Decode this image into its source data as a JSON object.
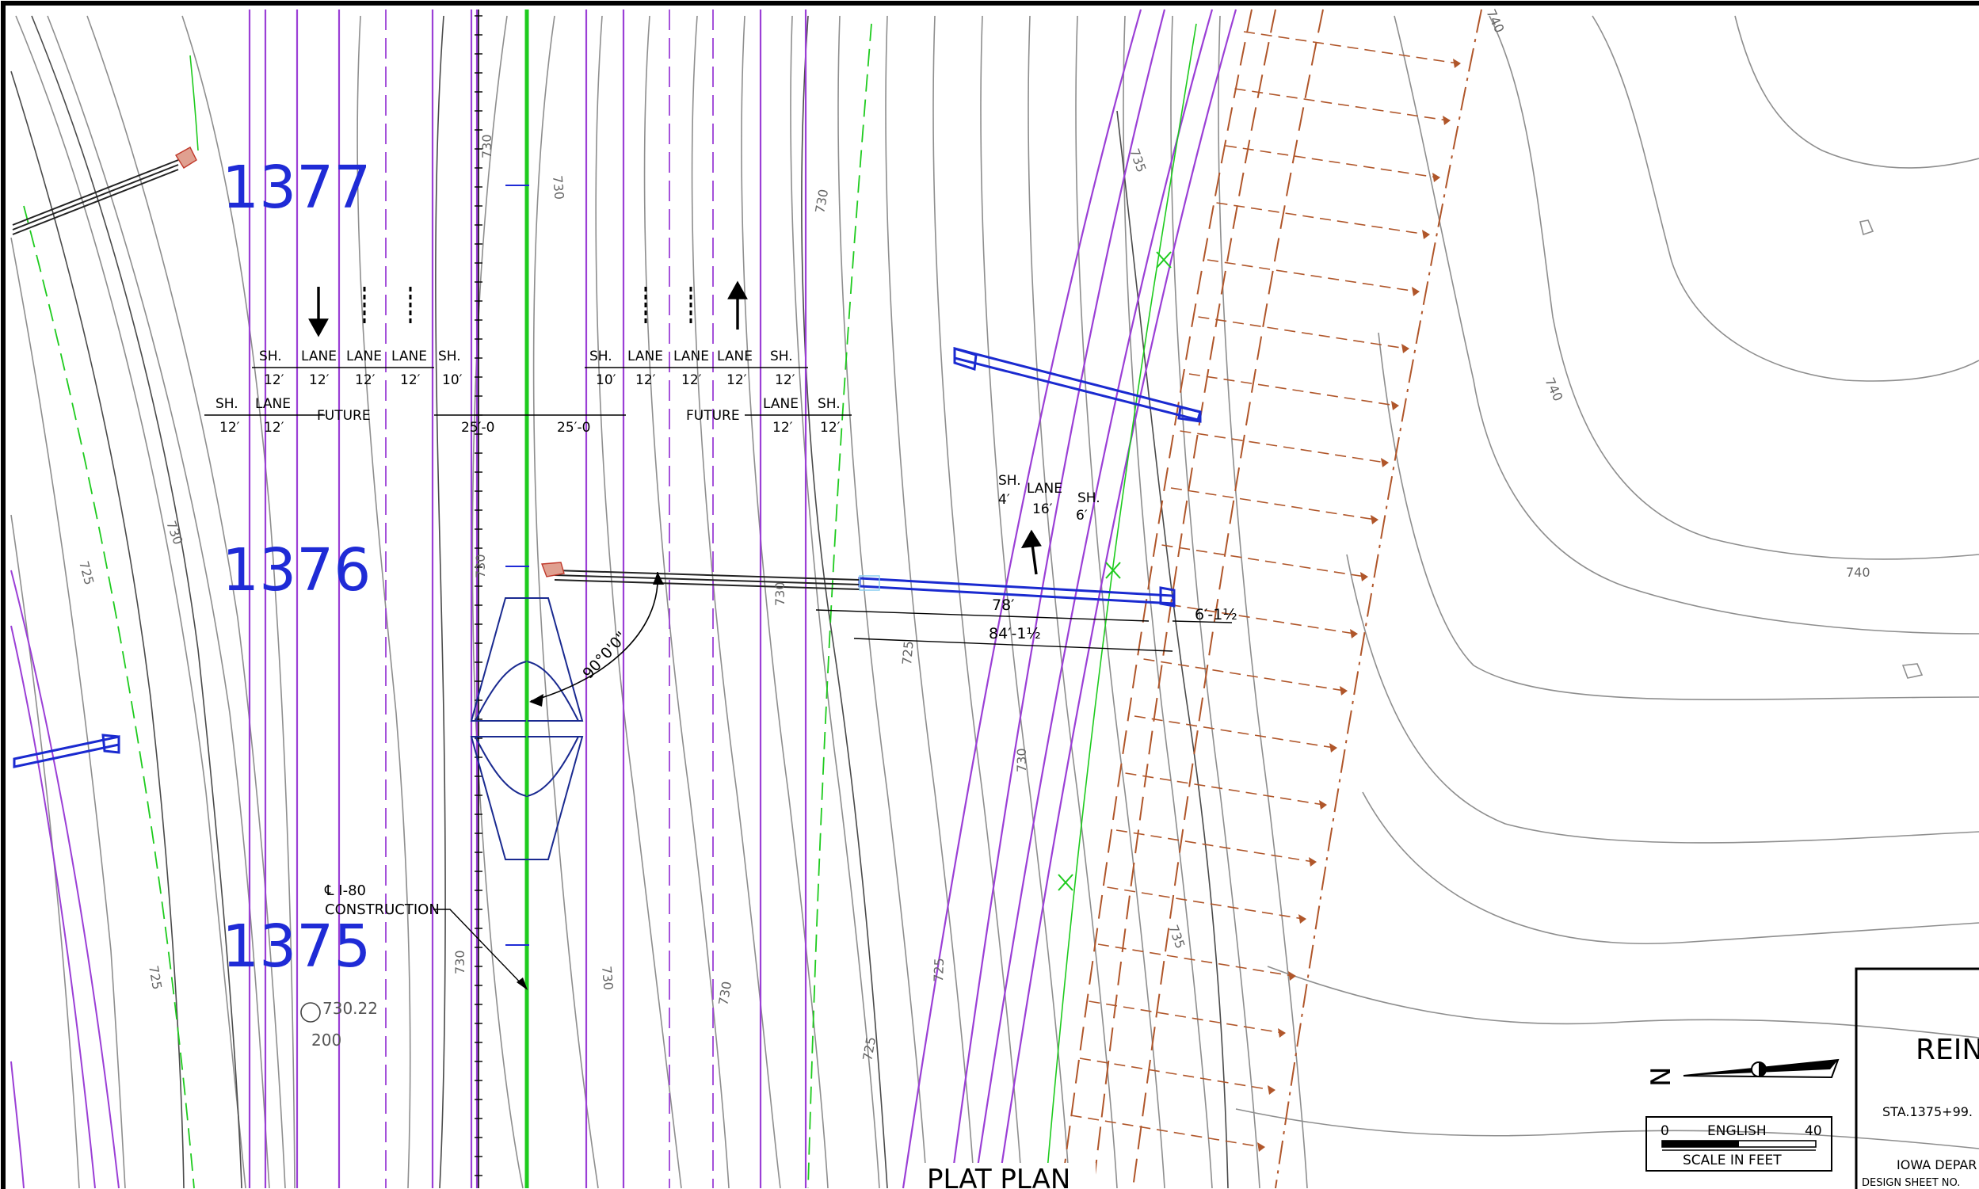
{
  "sheet": {
    "title": "PLAT PLAN",
    "title_block_partial": "REIN",
    "station_partial": "STA.1375+99.",
    "agency_partial": "IOWA DEPAR",
    "design_sheet_partial": "DESIGN SHEET NO."
  },
  "stations": [
    "1377",
    "1376",
    "1375"
  ],
  "centerline": {
    "symbol": "℄",
    "line1": "I-80",
    "line2": "CONSTRUCTION"
  },
  "benchmark": {
    "elevation": "730.22",
    "number": "200"
  },
  "section_labels": {
    "sh": "SH.",
    "lane": "LANE",
    "future": "FUTURE",
    "w12": "12′",
    "w10": "10′",
    "w4": "4′",
    "w16": "16′",
    "w6": "6′",
    "half_median": "25′-0"
  },
  "dimensions": {
    "angle": "90°0'0\"",
    "bridge_length": "78′",
    "overall": "84′-1½",
    "offset": "6′-1½"
  },
  "contours": {
    "c725": "725",
    "c730": "730",
    "c735": "735",
    "c740": "740"
  },
  "scale_bar": {
    "zero": "0",
    "units": "ENGLISH",
    "max": "40",
    "caption": "SCALE IN FEET"
  },
  "north_arrow": {
    "letter": "N"
  },
  "colors": {
    "station_blue": "#1f2bd6",
    "centerline_green": "#1ecb1e",
    "lane_purple": "#9b3fd6",
    "row_brown": "#b0562a",
    "contour_gray": "#8a8a8a",
    "structure_blue": "#1a2ad0"
  }
}
